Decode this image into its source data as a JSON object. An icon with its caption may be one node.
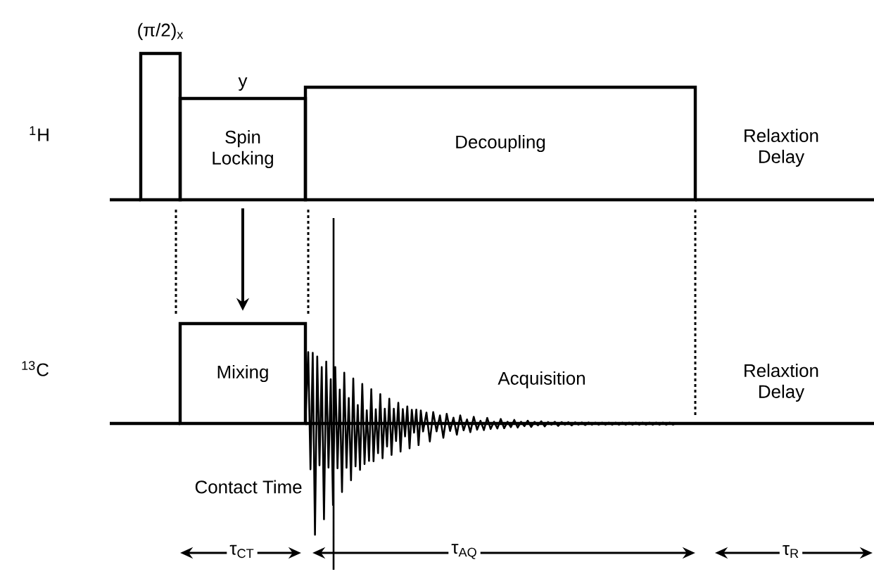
{
  "diagram": {
    "nodes": [
      {
        "text": [
          "(π/2)$_{x}$"
        ]
      },
      {
        "text": [
          "y",
          "Spin Locking"
        ]
      },
      {
        "text": [
          "Decoupling"
        ]
      },
      {
        "text": [
          "Mixing"
        ]
      }
    ],
    "edges": [
      {
        "from": 1,
        "to": 3,
        "arrow": "to"
      }
    ],
    "labels": [
      "$^{1}$H",
      "Relaxtion Delay",
      "$^{13}$C",
      "Acquisition",
      "Relaxtion Delay",
      "Contact Time",
      "τ$_{CT}$",
      "τ$_{AQ}$",
      "τ$_{R}$"
    ]
  }
}
